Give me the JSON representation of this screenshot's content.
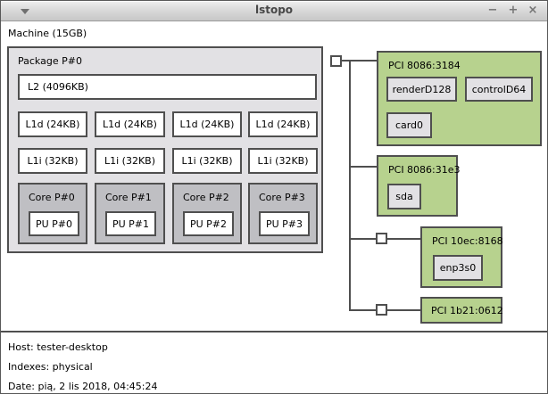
{
  "window": {
    "title": "lstopo",
    "controls": {
      "minimize": "−",
      "maximize": "+",
      "close": "×"
    }
  },
  "machine": {
    "label": "Machine (15GB)"
  },
  "package": {
    "label": "Package P#0",
    "l2": "L2 (4096KB)",
    "l1d": [
      "L1d (24KB)",
      "L1d (24KB)",
      "L1d (24KB)",
      "L1d (24KB)"
    ],
    "l1i": [
      "L1i (32KB)",
      "L1i (32KB)",
      "L1i (32KB)",
      "L1i (32KB)"
    ],
    "cores": [
      {
        "label": "Core P#0",
        "pu": "PU P#0"
      },
      {
        "label": "Core P#1",
        "pu": "PU P#1"
      },
      {
        "label": "Core P#2",
        "pu": "PU P#2"
      },
      {
        "label": "Core P#3",
        "pu": "PU P#3"
      }
    ]
  },
  "pci": [
    {
      "label": "PCI 8086:3184",
      "devices": [
        "renderD128",
        "controlD64",
        "card0"
      ]
    },
    {
      "label": "PCI 8086:31e3",
      "devices": [
        "sda"
      ]
    },
    {
      "label": "PCI 10ec:8168",
      "devices": [
        "enp3s0"
      ]
    },
    {
      "label": "PCI 1b21:0612",
      "devices": []
    }
  ],
  "footer": {
    "host": "Host: tester-desktop",
    "indexes": "Indexes: physical",
    "date": "Date: pią, 2 lis 2018, 04:45:24"
  },
  "colors": {
    "pci_green": "#b7d28e",
    "package_gray": "#e2e1e4",
    "core_gray": "#bfbfc3",
    "box_border": "#4f4f4f",
    "titlebar_top": "#efefef",
    "titlebar_bottom": "#c7c7c7"
  }
}
